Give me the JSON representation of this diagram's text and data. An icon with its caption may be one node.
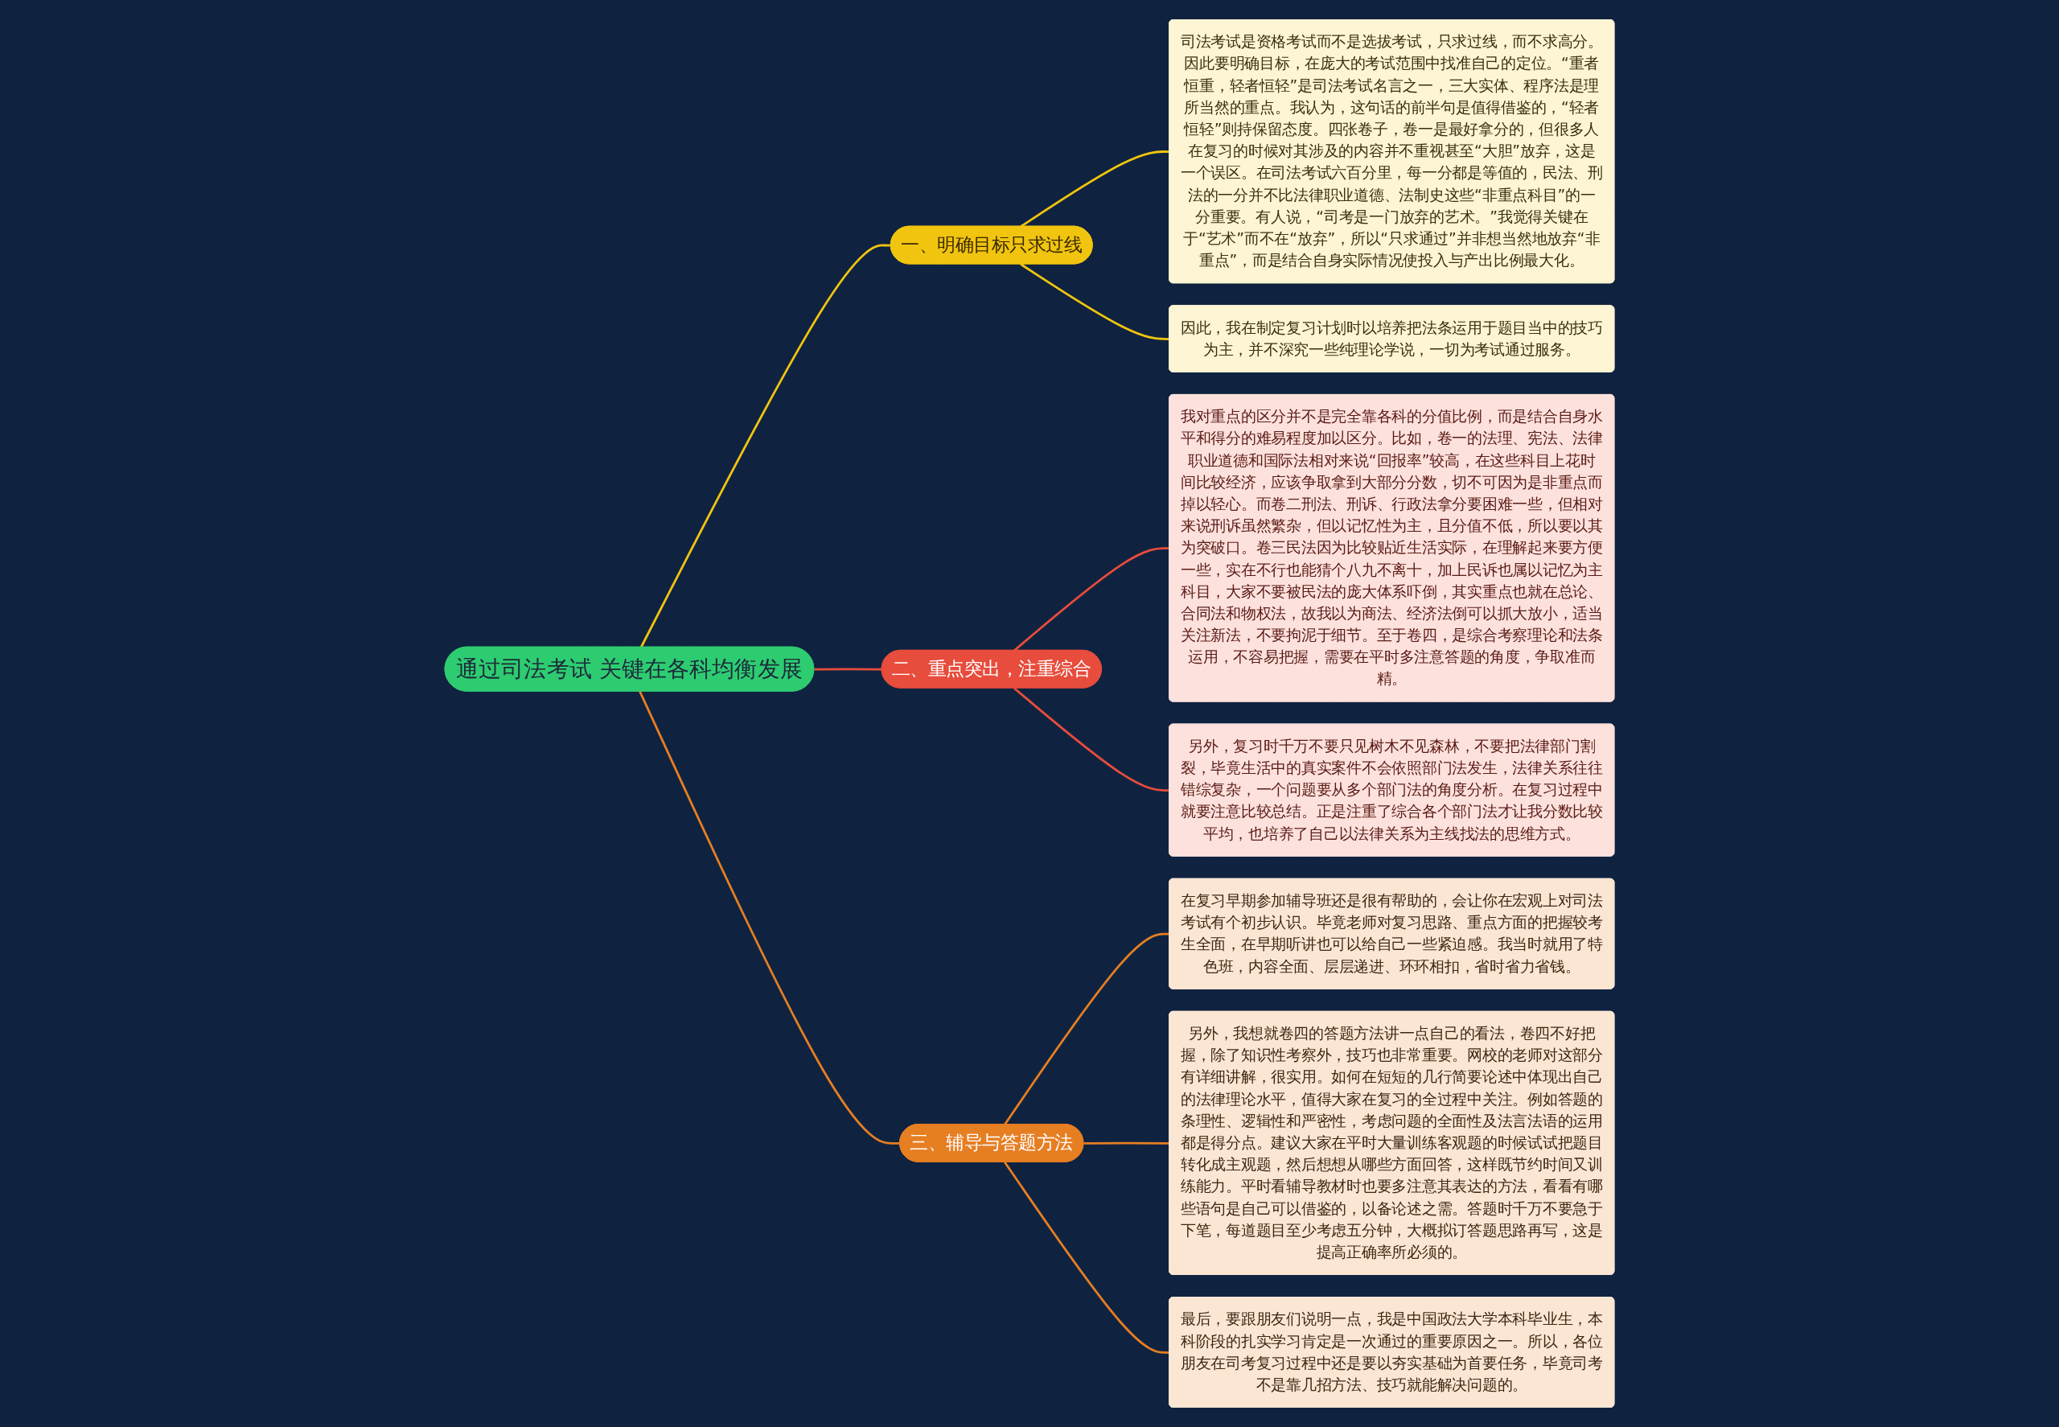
{
  "diagram": {
    "nodes": [
      {
        "text": [
          "通过司法考试 关键在各科均衡发展"
        ]
      },
      {
        "text": [
          "一、明确目标只求过线"
        ]
      },
      {
        "text": [
          "司法考试是资格考试而不是选拔考试，只求过线，而不求高分。因此要明确目标，在庞大的考试范围中找准自己的定位。“重者恒重，轻者恒轻”是司法考试名言之一，三大实体、程序法是理所当然的重点。我认为，这句话的前半句是值得借鉴的，“轻者恒轻”则持保留态度。四张卷子，卷一是最好拿分的，但很多人在复习的时候对其涉及的内容并不重视甚至“大胆”放弃，这是一个误区。在司法考试六百分里，每一分都是等值的，民法、刑法的一分并不比法律职业道德、法制史这些“非重点科目”的一分重要。有人说，“司考是一门放弃的艺术。”我觉得关键在于“艺术”而不在“放弃”，所以“只求通过”并非想当然地放弃“非重点”，而是结合自身实际情况使投入与产出比例最大化。"
        ]
      },
      {
        "text": [
          "因此，我在制定复习计划时以培养把法条运用于题目当中的技巧为主，并不深究一些纯理论学说，一切为考试通过服务。"
        ]
      },
      {
        "text": [
          "二、重点突出，注重综合"
        ]
      },
      {
        "text": [
          "我对重点的区分并不是完全靠各科的分值比例，而是结合自身水平和得分的难易程度加以区分。比如，卷一的法理、宪法、法律职业道德和国际法相对来说“回报率”较高，在这些科目上花时间比较经济，应该争取拿到大部分分数，切不可因为是非重点而掉以轻心。而卷二刑法、刑诉、行政法拿分要困难一些，但相对来说刑诉虽然繁杂，但以记忆性为主，且分值不低，所以要以其为突破口。卷三民法因为比较贴近生活实际，在理解起来要方便一些，实在不行也能猜个八九不离十，加上民诉也属以记忆为主科目，大家不要被民法的庞大体系吓倒，其实重点也就在总论、合同法和物权法，故我以为商法、经济法倒可以抓大放小，适当关注新法，不要拘泥于细节。至于卷四，是综合考察理论和法条运用，不容易把握，需要在平时多注意答题的角度，争取准而精。"
        ]
      },
      {
        "text": [
          "另外，复习时千万不要只见树木不见森林，不要把法律部门割裂，毕竟生活中的真实案件不会依照部门法发生，法律关系往往错综复杂，一个问题要从多个部门法的角度分析。在复习过程中就要注意比较总结。正是注重了综合各个部门法才让我分数比较平均，也培养了自己以法律关系为主线找法的思维方式。"
        ]
      },
      {
        "text": [
          "三、辅导与答题方法"
        ]
      },
      {
        "text": [
          "在复习早期参加辅导班还是很有帮助的，会让你在宏观上对司法考试有个初步认识。毕竟老师对复习思路、重点方面的把握较考生全面，在早期听讲也可以给自己一些紧迫感。我当时就用了特色班，内容全面、层层递进、环环相扣，省时省力省钱。"
        ]
      },
      {
        "text": [
          "另外，我想就卷四的答题方法讲一点自己的看法，卷四不好把握，除了知识性考察外，技巧也非常重要。网校的老师对这部分有详细讲解，很实用。如何在短短的几行简要论述中体现出自己的法律理论水平，值得大家在复习的全过程中关注。例如答题的条理性、逻辑性和严密性，考虑问题的全面性及法言法语的运用都是得分点。建议大家在平时大量训练客观题的时候试试把题目转化成主观题，然后想想从哪些方面回答，这样既节约时间又训练能力。平时看辅导教材时也要多注意其表达的方法，看看有哪些语句是自己可以借鉴的，以备论述之需。答题时千万不要急于下笔，每道题目至少考虑五分钟，大概拟订答题思路再写，这是提高正确率所必须的。"
        ]
      },
      {
        "text": [
          "最后，要跟朋友们说明一点，我是中国政法大学本科毕业生，本科阶段的扎实学习肯定是一次通过的重要原因之一。所以，各位朋友在司考复习过程中还是要以夯实基础为首要任务，毕竟司考不是靠几招方法、技巧就能解决问题的。"
        ]
      }
    ],
    "edges": [
      {
        "from": 0,
        "to": 1,
        "arrow": "none",
        "color": "#f1c40f"
      },
      {
        "from": 1,
        "to": 2,
        "arrow": "none",
        "color": "#f1c40f"
      },
      {
        "from": 1,
        "to": 3,
        "arrow": "none",
        "color": "#f1c40f"
      },
      {
        "from": 0,
        "to": 4,
        "arrow": "none",
        "color": "#e74c3c"
      },
      {
        "from": 4,
        "to": 5,
        "arrow": "none",
        "color": "#e74c3c"
      },
      {
        "from": 4,
        "to": 6,
        "arrow": "none",
        "color": "#e74c3c"
      },
      {
        "from": 0,
        "to": 7,
        "arrow": "none",
        "color": "#e67e22"
      },
      {
        "from": 7,
        "to": 8,
        "arrow": "none",
        "color": "#e67e22"
      },
      {
        "from": 7,
        "to": 9,
        "arrow": "none",
        "color": "#e67e22"
      },
      {
        "from": 7,
        "to": 10,
        "arrow": "none",
        "color": "#e67e22"
      }
    ]
  }
}
